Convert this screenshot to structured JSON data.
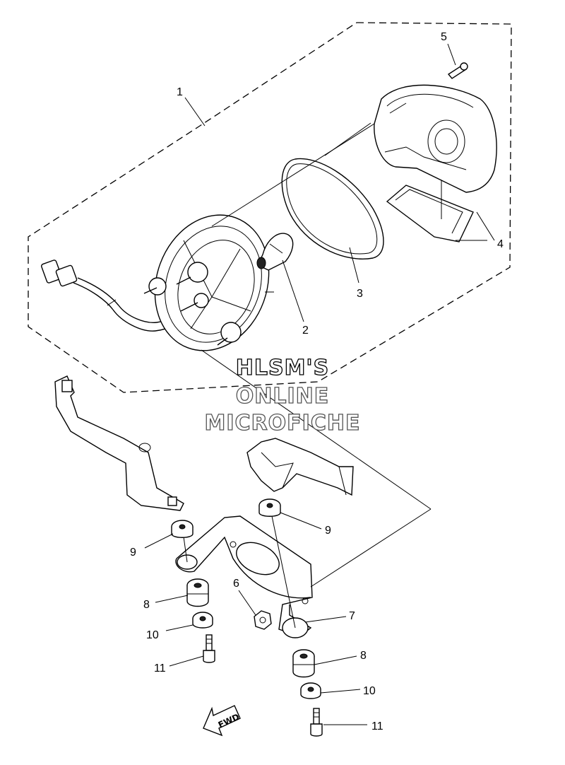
{
  "watermark": {
    "line1": "HLSM'S",
    "line2": "ONLINE",
    "line3": "MICROFICHE"
  },
  "callouts": {
    "c1": "1",
    "c2": "2",
    "c3": "3",
    "c4": "4",
    "c5": "5",
    "c6": "6",
    "c7": "7",
    "c8a": "8",
    "c8b": "8",
    "c9a": "9",
    "c9b": "9",
    "c10a": "10",
    "c10b": "10",
    "c11a": "11",
    "c11b": "11"
  },
  "fwd_label": "FWD"
}
